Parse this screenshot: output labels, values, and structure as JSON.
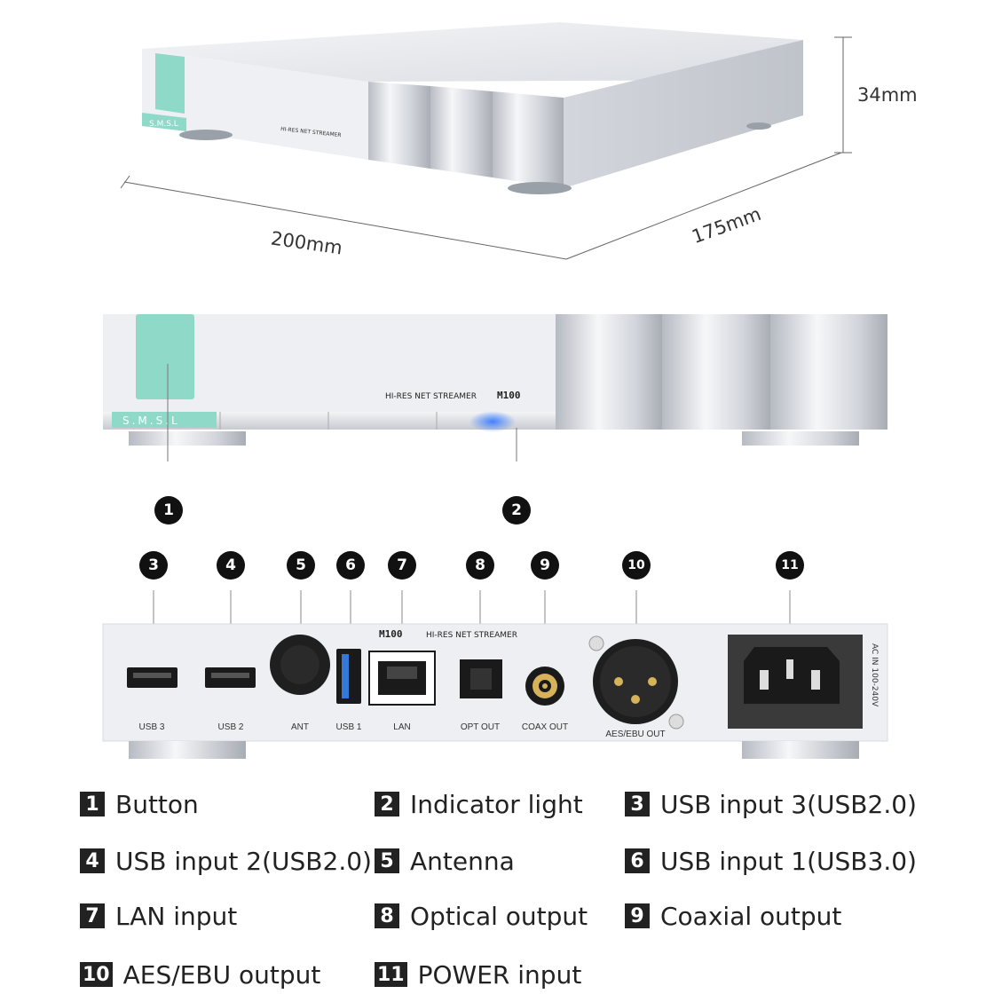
{
  "dimensions": {
    "height": "34mm",
    "width": "200mm",
    "depth": "175mm"
  },
  "device": {
    "brand": "S.M.S.L",
    "model_text": "HI-RES NET STREAMER",
    "model_mark": "M100",
    "rear_model_text": "HI-RES NET STREAMER",
    "power_text": "AC IN 100-240V"
  },
  "front_markers": [
    "1",
    "2"
  ],
  "rear_markers": [
    "3",
    "4",
    "5",
    "6",
    "7",
    "8",
    "9",
    "10",
    "11"
  ],
  "port_labels": [
    "USB 3",
    "USB 2",
    "ANT",
    "USB 1",
    "LAN",
    "OPT OUT",
    "COAX OUT",
    "AES/EBU OUT"
  ],
  "legend": [
    {
      "num": "1",
      "text": "Button"
    },
    {
      "num": "2",
      "text": "Indicator light"
    },
    {
      "num": "3",
      "text": "USB input 3(USB2.0)"
    },
    {
      "num": "4",
      "text": "USB input 2(USB2.0)"
    },
    {
      "num": "5",
      "text": "Antenna"
    },
    {
      "num": "6",
      "text": "USB input 1(USB3.0)"
    },
    {
      "num": "7",
      "text": "LAN input"
    },
    {
      "num": "8",
      "text": "Optical output"
    },
    {
      "num": "9",
      "text": "Coaxial output"
    },
    {
      "num": "10",
      "text": "AES/EBU output"
    },
    {
      "num": "11",
      "text": "POWER input"
    }
  ],
  "colors": {
    "accent_teal": "#8fd9c8",
    "indicator_blue": "#3a7cff",
    "body_silver": "#e6e8ec"
  }
}
